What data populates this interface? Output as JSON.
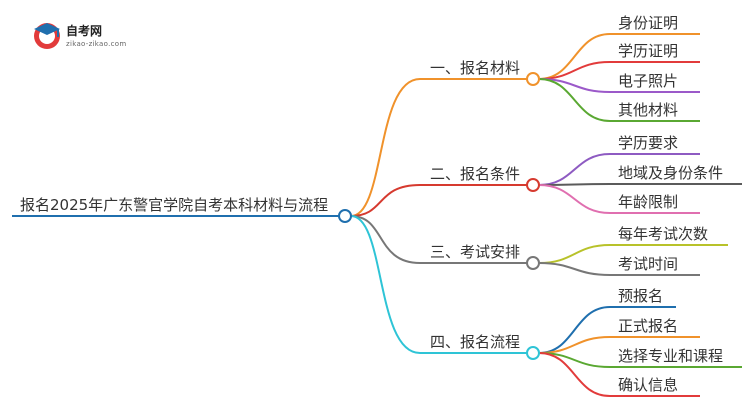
{
  "logo": {
    "title": "自考网",
    "subtitle": "zikao-zikao.com"
  },
  "root": {
    "label": "报名2025年广东警官学院自考本科材料与流程"
  },
  "branches": [
    {
      "label": "一、报名材料",
      "color": "#f0922b",
      "children": [
        {
          "label": "身份证明",
          "color": "#f0922b"
        },
        {
          "label": "学历证明",
          "color": "#e23b3b"
        },
        {
          "label": "电子照片",
          "color": "#9b59c9"
        },
        {
          "label": "其他材料",
          "color": "#5aa832"
        }
      ]
    },
    {
      "label": "二、报名条件",
      "color": "#d63a2f",
      "children": [
        {
          "label": "学历要求",
          "color": "#8e5bc2"
        },
        {
          "label": "地域及身份条件",
          "color": "#5b5b5b"
        },
        {
          "label": "年龄限制",
          "color": "#e06fb0"
        }
      ]
    },
    {
      "label": "三、考试安排",
      "color": "#777777",
      "children": [
        {
          "label": "每年考试次数",
          "color": "#b8c22a"
        },
        {
          "label": "考试时间",
          "color": "#777777"
        }
      ]
    },
    {
      "label": "四、报名流程",
      "color": "#2ec4d6",
      "children": [
        {
          "label": "预报名",
          "color": "#1f6fae"
        },
        {
          "label": "正式报名",
          "color": "#f0922b"
        },
        {
          "label": "选择专业和课程",
          "color": "#5aa832"
        },
        {
          "label": "确认信息",
          "color": "#e23b3b"
        }
      ]
    }
  ]
}
